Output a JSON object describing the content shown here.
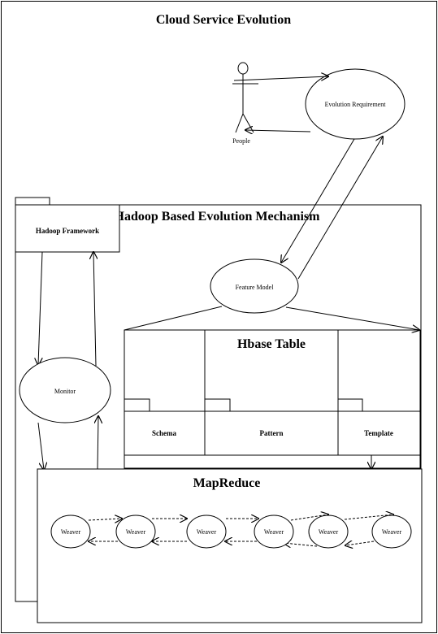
{
  "title": "Cloud Service Evolution",
  "actor": {
    "label": "People"
  },
  "evolution_requirement": "Evolution Requirement",
  "hadoop_package": {
    "title": "Hadoop Based Evolution Mechanism",
    "framework": "Hadoop Framework",
    "monitor": "Monitor",
    "feature_model": "Feature Model"
  },
  "hbase": {
    "title": "Hbase Table",
    "columns": [
      "Schema",
      "Pattern",
      "Template"
    ]
  },
  "mapreduce": {
    "title": "MapReduce",
    "weavers": [
      "Weaver",
      "Weaver",
      "Weaver",
      "Weaver",
      "Weaver",
      "Weaver"
    ]
  }
}
